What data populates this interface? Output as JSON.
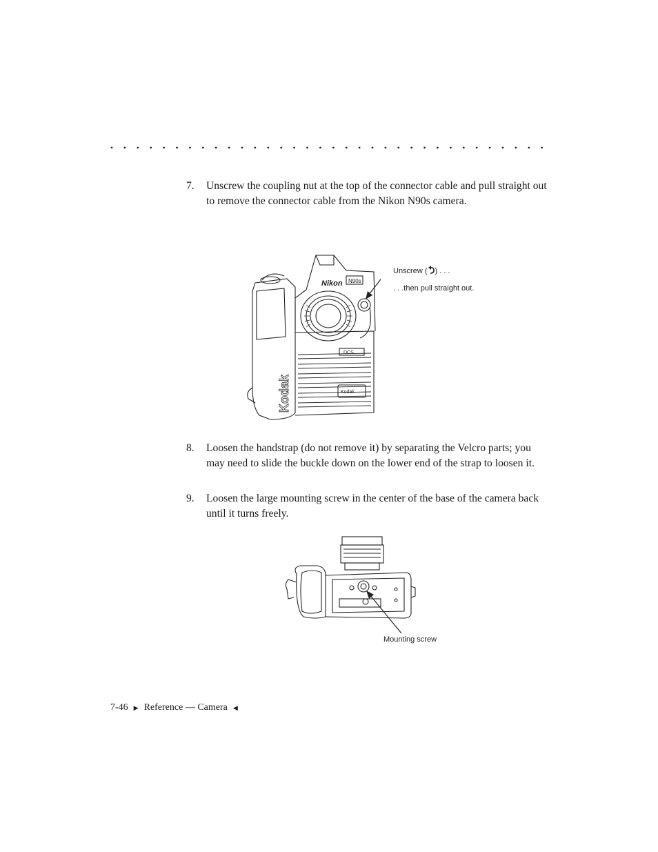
{
  "steps": [
    {
      "number": "7.",
      "text": "Unscrew the coupling nut at the top of the connector cable and pull straight out to remove the connector cable from the Nikon N90s camera."
    },
    {
      "number": "8.",
      "text": "Loosen the handstrap (do not remove it) by separating the Velcro parts; you may need to slide the buckle down on the lower end of the strap to loosen it."
    },
    {
      "number": "9.",
      "text": "Loosen the large mounting screw in the center of the base of the camera back until it turns freely."
    }
  ],
  "figure1": {
    "callout_unscrew_prefix": "Unscrew (",
    "callout_unscrew_suffix": ") . . .",
    "callout_pull": ". . .then pull straight out.",
    "icon": "counterclockwise-rotation-icon",
    "camera_labels": {
      "brand": "Nikon",
      "model": "N90s",
      "back": "DCS",
      "logo": "Kodak"
    }
  },
  "figure2": {
    "callout": "Mounting screw"
  },
  "footer": {
    "page": "7-46",
    "section": "Reference — Camera",
    "left_marker": "▶",
    "right_marker": "◀"
  }
}
